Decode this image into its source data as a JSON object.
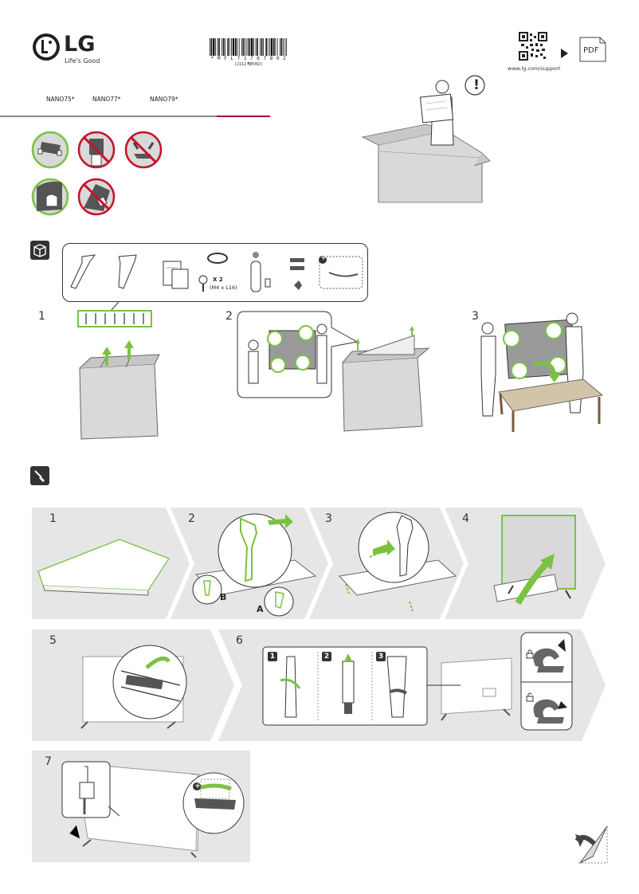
{
  "header": {
    "brand": "LG",
    "tagline": "Life's Good",
    "barcode_text": "* M F L 7 1 7 6 7 8 0 2 *",
    "barcode_sub": "(2112-REV02)",
    "support_url": "www.lg.com/support",
    "pdf_label": "PDF"
  },
  "models": [
    "NANO75*",
    "NANO77*",
    "NANO79*"
  ],
  "alert_symbol": "!",
  "unbox": {
    "steps": [
      "1",
      "2",
      "3"
    ],
    "screw_qty": "X 2",
    "screw_spec": "(M4 x L16)",
    "optional_symbol": "+"
  },
  "install": {
    "steps": [
      "1",
      "2",
      "3",
      "4",
      "5",
      "6",
      "7"
    ],
    "stand_labels": [
      "B",
      "A"
    ],
    "substeps": [
      "1",
      "2",
      "3"
    ],
    "optional_symbol": "+"
  },
  "icons": [
    "lg-logo-icon",
    "box-icon",
    "screwdriver-icon",
    "qr-code-icon",
    "arrow-right-icon",
    "pdf-icon",
    "lock-icon",
    "unlock-icon",
    "page-turn-icon"
  ],
  "colors": {
    "accent_green": "#7cc242",
    "prohibit_red": "#c8102e",
    "band_gray": "#e6e6e6",
    "brand_red": "#a50034"
  }
}
